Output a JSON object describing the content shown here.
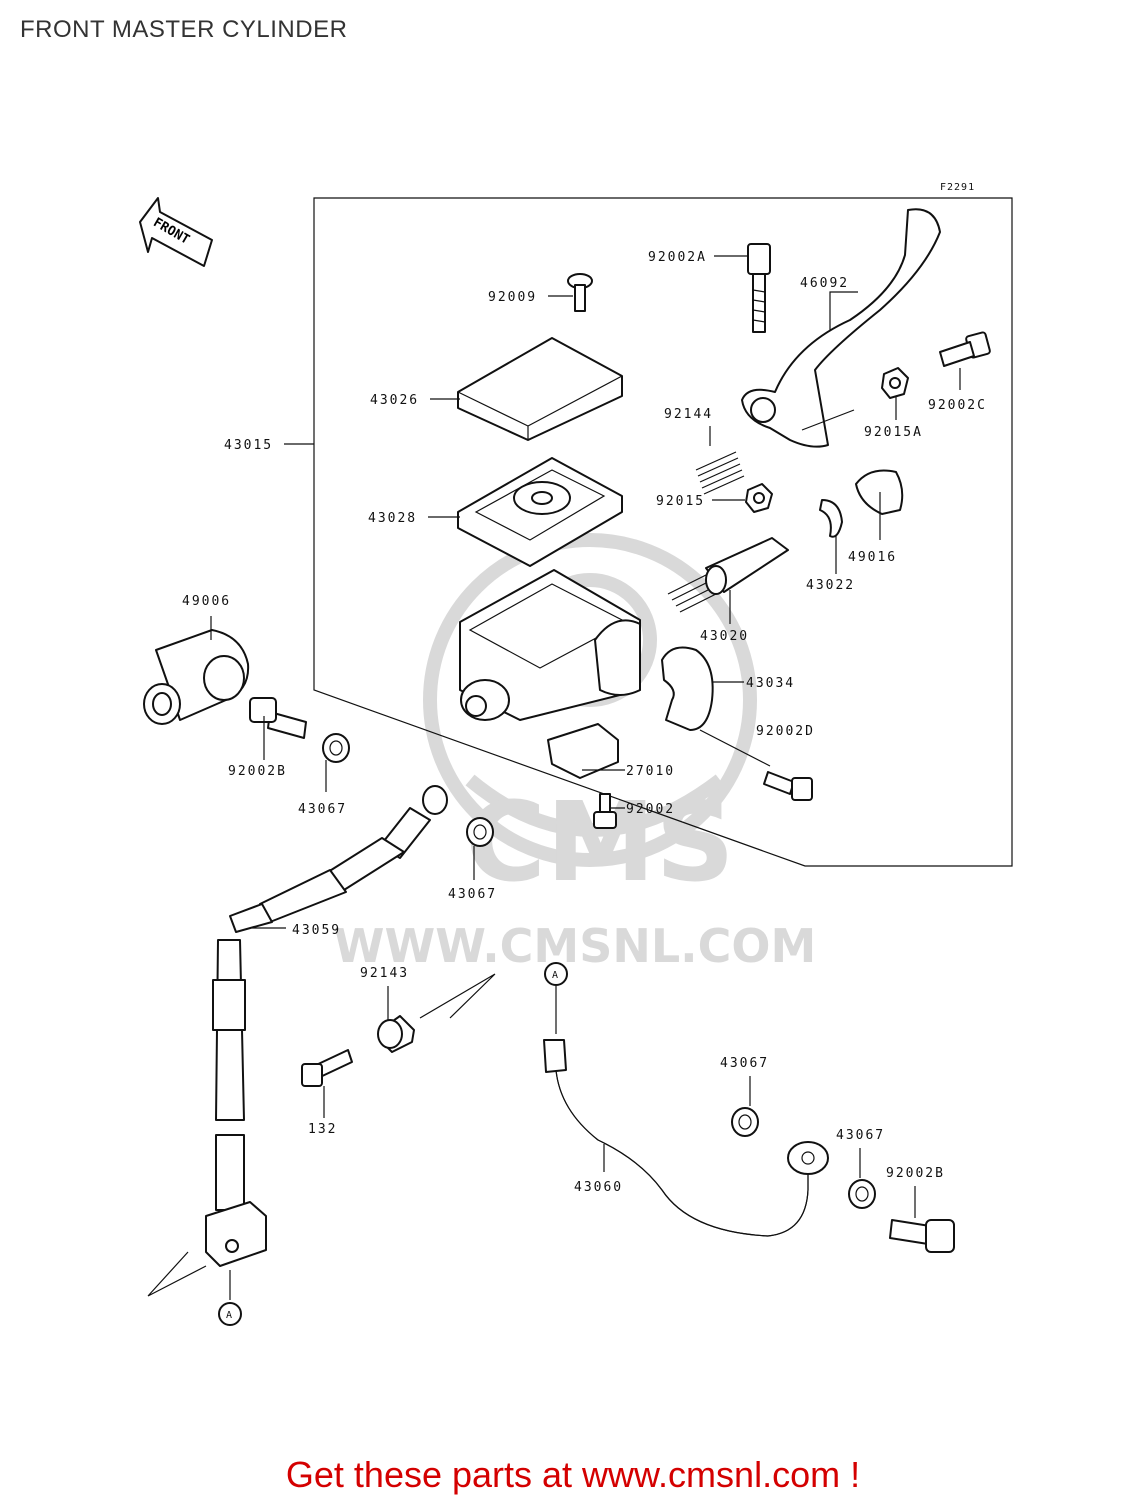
{
  "page": {
    "title": "FRONT MASTER CYLINDER"
  },
  "diagram": {
    "figure_code": "F2291",
    "front_arrow_text": "FRONT",
    "callouts": {
      "c92002A": "92002A",
      "c92009": "92009",
      "c46092": "46092",
      "c43026": "43026",
      "c92144": "92144",
      "c92002C": "92002C",
      "c92015A": "92015A",
      "c43015": "43015",
      "c92015": "92015",
      "c43028": "43028",
      "c49016": "49016",
      "c43022": "43022",
      "c49006": "49006",
      "c43020": "43020",
      "c43034": "43034",
      "c92002D": "92002D",
      "c92002B_top": "92002B",
      "c27010": "27010",
      "c43067_a": "43067",
      "c92002": "92002",
      "c43067_b": "43067",
      "c43059": "43059",
      "c92143": "92143",
      "c43067_c": "43067",
      "c132": "132",
      "c43067_d": "43067",
      "c43060": "43060",
      "c92002B_bottom": "92002B",
      "ref_a_top": "A",
      "ref_a_bottom": "A"
    },
    "watermark": {
      "brand": "CMS",
      "url": "WWW.CMSNL.COM"
    }
  },
  "footer": {
    "cta": "Get these parts at www.cmsnl.com !",
    "color": "#d40000"
  }
}
